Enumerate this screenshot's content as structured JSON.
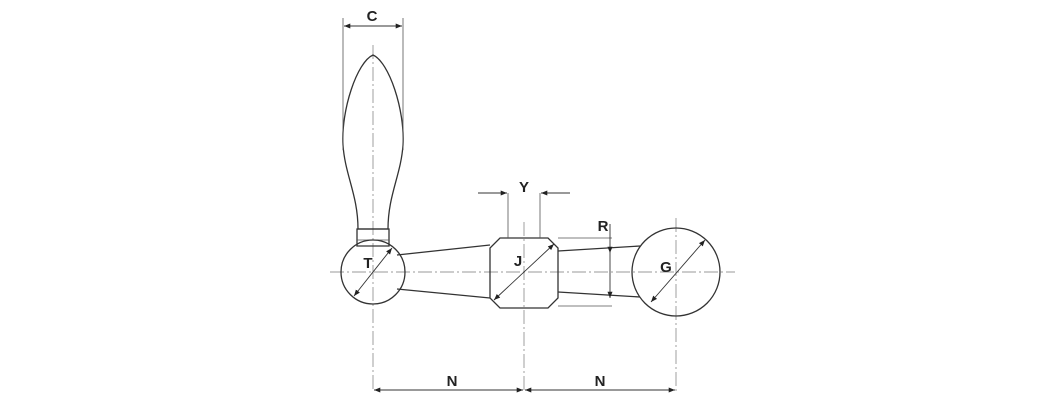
{
  "labels": {
    "handle_width": "C",
    "hub_chamfer": "Y",
    "arm_height": "R",
    "hub_diameter": "J",
    "ball_diameter": "T",
    "rim_diameter": "G",
    "span_left": "N",
    "span_right": "N"
  },
  "colors": {
    "line": "#333333",
    "text": "#222222",
    "background": "#ffffff"
  }
}
